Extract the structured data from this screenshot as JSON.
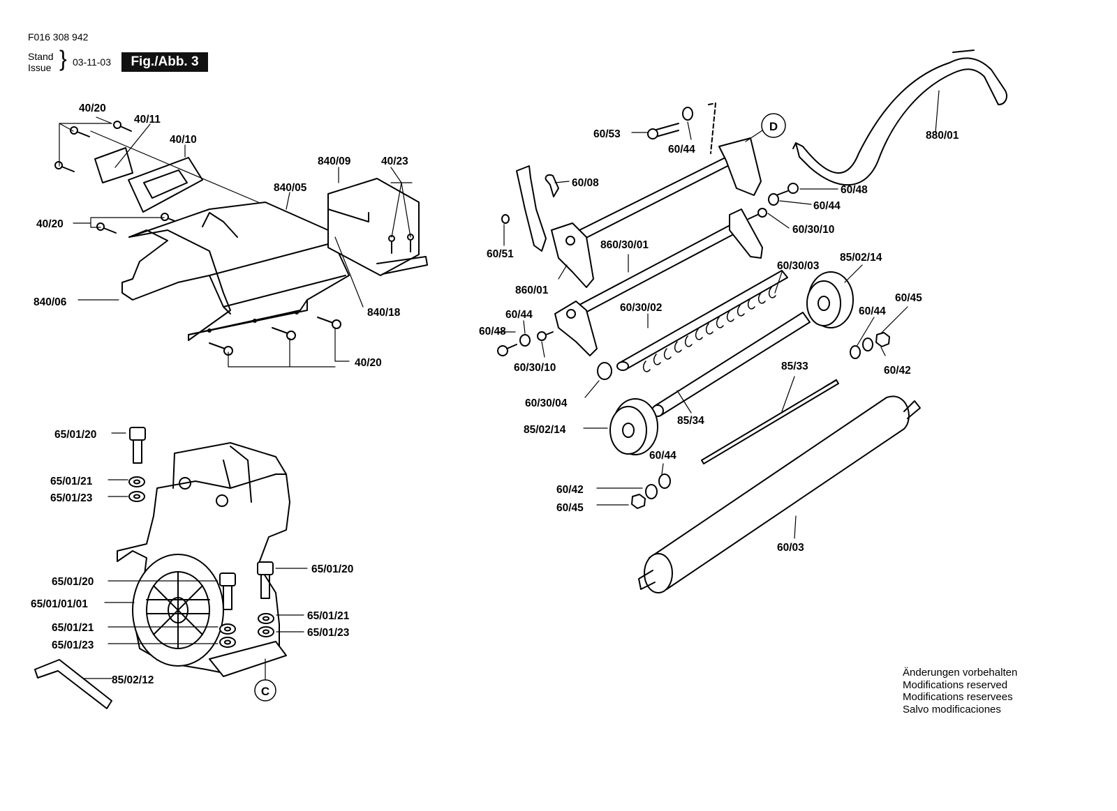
{
  "header": {
    "doc_number": "F016 308 942",
    "stand": "Stand",
    "issue": "Issue",
    "brace": "}",
    "date": "03-11-03",
    "figure": "Fig./Abb. 3"
  },
  "callouts": {
    "c1": "C",
    "c2": "D"
  },
  "parts": {
    "p40_20_top": "40/20",
    "p40_11": "40/11",
    "p40_10": "40/10",
    "p840_09": "840/09",
    "p40_23": "40/23",
    "p840_05": "840/05",
    "p40_20_mid": "40/20",
    "p840_06": "840/06",
    "p840_18": "840/18",
    "p40_20_bot": "40/20",
    "p65_01_20_a": "65/01/20",
    "p65_01_21_a": "65/01/21",
    "p65_01_23_a": "65/01/23",
    "p65_01_20_b": "65/01/20",
    "p65_01_20_c": "65/01/20",
    "p65_01_01_01": "65/01/01/01",
    "p65_01_21_b": "65/01/21",
    "p65_01_21_c": "65/01/21",
    "p65_01_23_b": "65/01/23",
    "p65_01_23_c": "65/01/23",
    "p85_02_12": "85/02/12",
    "p60_53": "60/53",
    "p60_44_a": "60/44",
    "p880_01": "880/01",
    "p60_08": "60/08",
    "p60_48_a": "60/48",
    "p60_44_b": "60/44",
    "p60_30_10_a": "60/30/10",
    "p60_51": "60/51",
    "p860_30_01": "860/30/01",
    "p860_01": "860/01",
    "p60_30_03": "60/30/03",
    "p85_02_14_a": "85/02/14",
    "p60_44_c": "60/44",
    "p60_48_b": "60/48",
    "p60_30_02": "60/30/02",
    "p60_30_10_b": "60/30/10",
    "p60_44_d": "60/44",
    "p60_45_a": "60/45",
    "p60_42_a": "60/42",
    "p85_33": "85/33",
    "p60_30_04": "60/30/04",
    "p85_02_14_b": "85/02/14",
    "p85_34": "85/34",
    "p60_44_e": "60/44",
    "p60_42_b": "60/42",
    "p60_45_b": "60/45",
    "p60_03": "60/03"
  },
  "notice": {
    "line1": "Änderungen vorbehalten",
    "line2": "Modifications reserved",
    "line3": "Modifications reservees",
    "line4": "Salvo modificaciones"
  }
}
